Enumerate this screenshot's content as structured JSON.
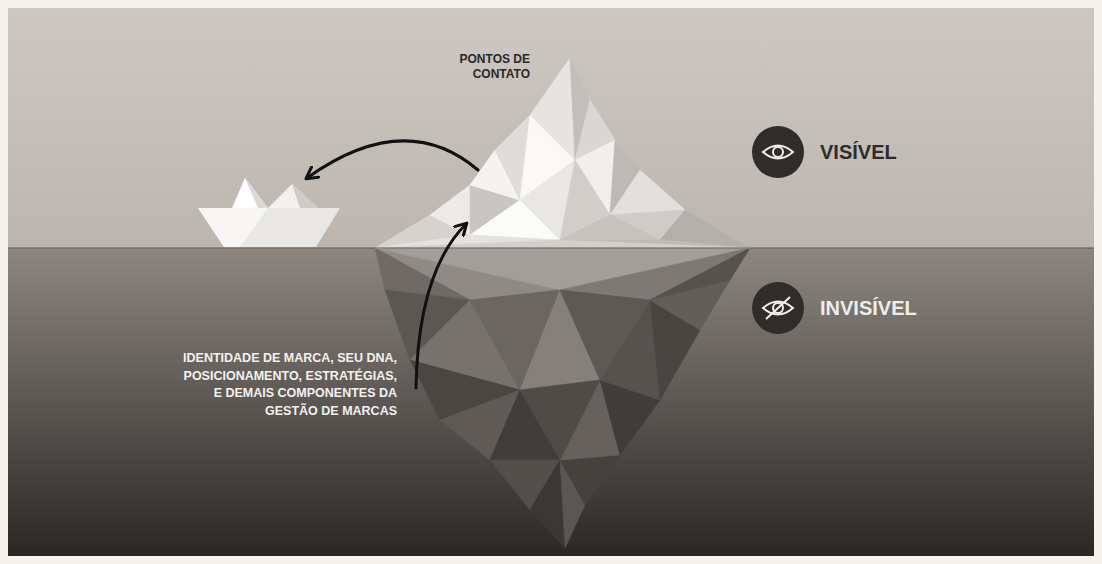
{
  "diagram": {
    "labels": [
      "PONTOS DE CONTATO",
      "VISÍVEL",
      "INVISÍVEL",
      "IDENTIDADE DE MARCA, SEU DNA, POSICIONAMENTO, ESTRATÉGIAS, E DEMAIS COMPONENTES DA GESTÃO DE MARCAS"
    ]
  }
}
